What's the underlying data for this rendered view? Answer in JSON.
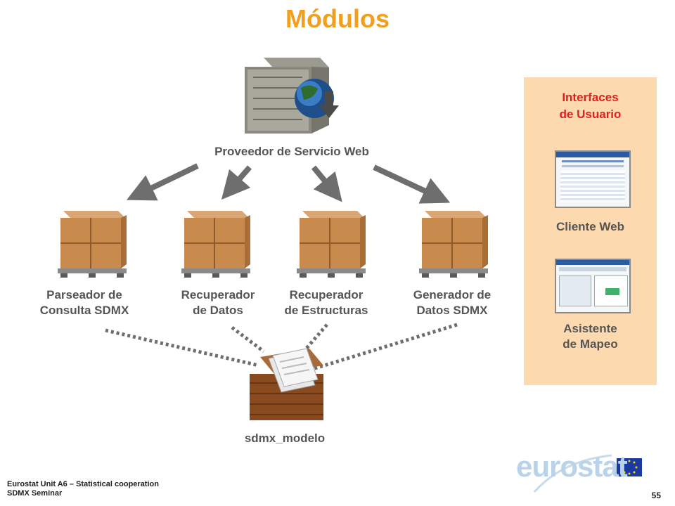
{
  "slide": {
    "title": "Módulos",
    "server_label": "Proveedor de Servicio Web",
    "modules": [
      {
        "line1": "Parseador de",
        "line2": "Consulta SDMX"
      },
      {
        "line1": "Recuperador",
        "line2": "de Datos"
      },
      {
        "line1": "Recuperador",
        "line2": "de Estructuras"
      },
      {
        "line1": "Generador de",
        "line2": "Datos SDMX"
      }
    ],
    "model_label": "sdmx_modelo",
    "panel": {
      "title_line1": "Interfaces",
      "title_line2": "de Usuario",
      "items": [
        {
          "label": "Cliente Web"
        },
        {
          "line1": "Asistente",
          "line2": "de Mapeo"
        }
      ]
    },
    "footer": {
      "line1": "Eurostat Unit  A6 – Statistical cooperation",
      "line2": "SDMX Seminar",
      "page": "55"
    },
    "logo": "eurostat"
  },
  "colors": {
    "title": "#f0a01e",
    "panel_bg": "#fdd9b0",
    "panel_title": "#e02020",
    "label_gray": "#555555",
    "arrow": "#6e6e6e"
  }
}
